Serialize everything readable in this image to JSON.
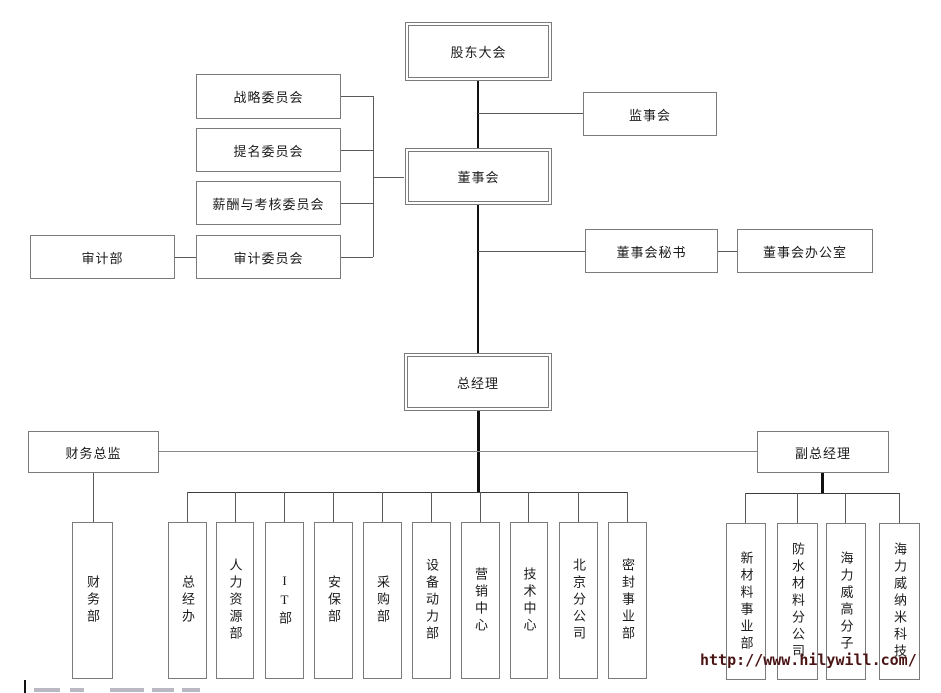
{
  "watermark": {
    "text": "http://www.hilywill.com/",
    "color": "#4a1414"
  },
  "colors": {
    "box_border": "#7b7b7b",
    "line": "#5a5a5a",
    "trunk": "#111111",
    "background": "#ffffff"
  },
  "nodes": {
    "shareholders": {
      "label": "股东大会"
    },
    "supervisory": {
      "label": "监事会"
    },
    "board": {
      "label": "董事会"
    },
    "strategy": {
      "label": "战略委员会"
    },
    "nomination": {
      "label": "提名委员会"
    },
    "compensation": {
      "label": "薪酬与考核委员会"
    },
    "audit_committee": {
      "label": "审计委员会"
    },
    "audit_dept": {
      "label": "审计部"
    },
    "secretary": {
      "label": "董事会秘书"
    },
    "board_office": {
      "label": "董事会办公室"
    },
    "gm": {
      "label": "总经理"
    },
    "cfo": {
      "label": "财务总监"
    },
    "dgm": {
      "label": "副总经理"
    },
    "finance": {
      "label": "财务部"
    },
    "gm_office": {
      "label": "总经办"
    },
    "hr": {
      "label": "人力资源部"
    },
    "it": {
      "label": "IT部"
    },
    "security": {
      "label": "安保部"
    },
    "purchasing": {
      "label": "采购部"
    },
    "equipment": {
      "label": "设备动力部"
    },
    "marketing": {
      "label": "营销中心"
    },
    "tech_center": {
      "label": "技术中心"
    },
    "beijing": {
      "label": "北京分公司"
    },
    "sealing": {
      "label": "密封事业部"
    },
    "new_materials": {
      "label": "新材料事业部"
    },
    "waterproof": {
      "label": "防水材料分公司"
    },
    "polymer": {
      "label": "海力威高分子"
    },
    "nano": {
      "label": "海力威纳米科技"
    }
  }
}
